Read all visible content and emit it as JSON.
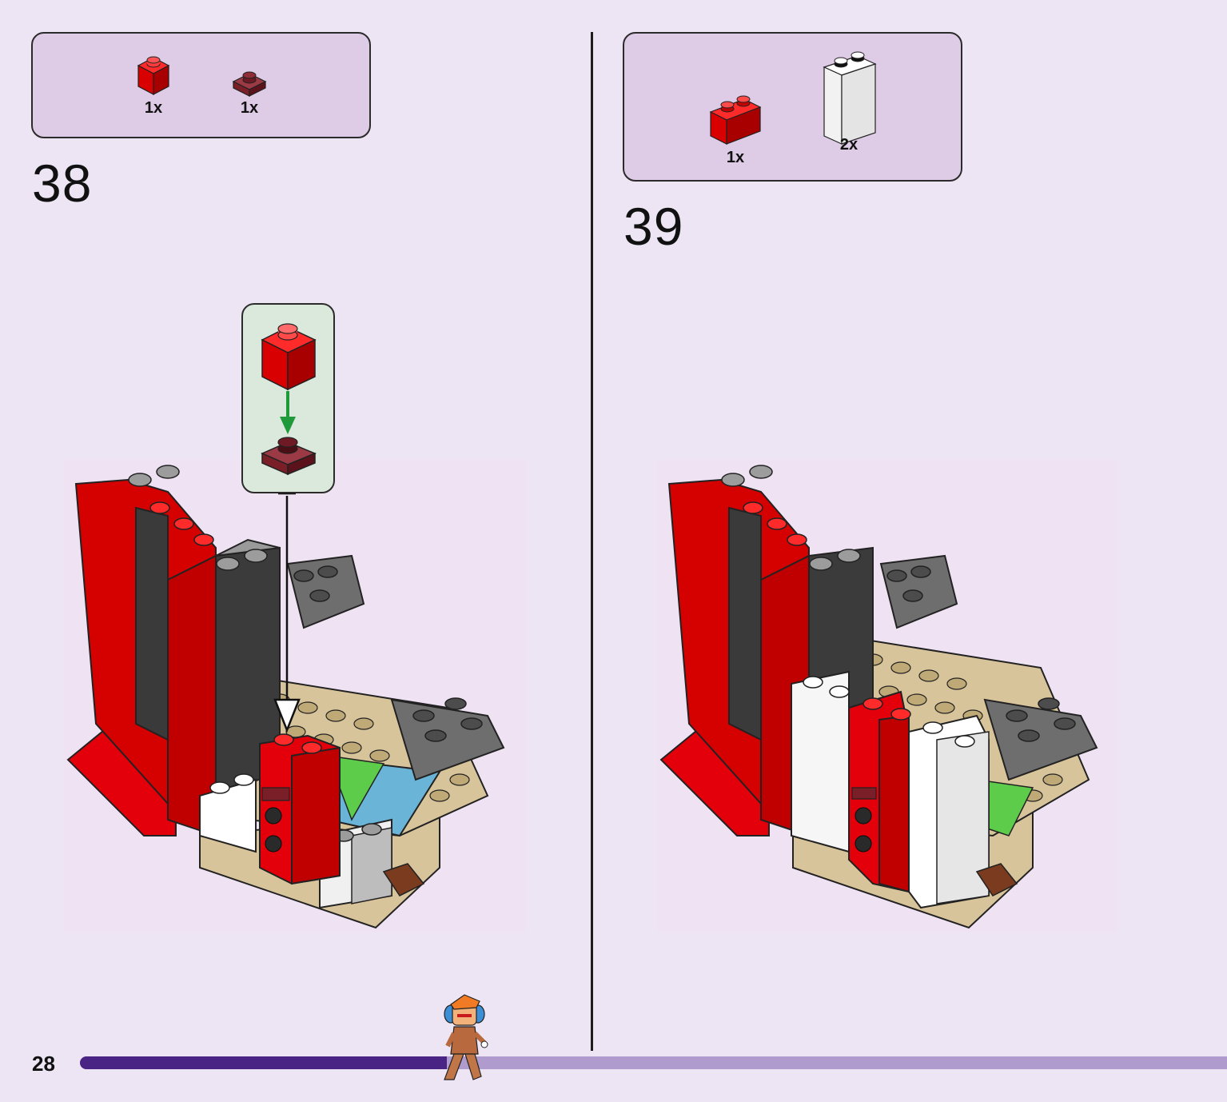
{
  "page": {
    "number": "28"
  },
  "progress": {
    "fraction": 0.32
  },
  "step38": {
    "number": "38",
    "parts": [
      {
        "qty": "1x",
        "icon": "red-1x1-brick-icon",
        "color": "#e3000b"
      },
      {
        "qty": "1x",
        "icon": "dark-red-1x1-round-plate-icon",
        "color": "#7a1e28"
      }
    ]
  },
  "step39": {
    "number": "39",
    "parts": [
      {
        "qty": "1x",
        "icon": "red-1x2-brick-icon",
        "color": "#e3000b"
      },
      {
        "qty": "2x",
        "icon": "white-1x2x3-brick-icon",
        "color": "#ffffff"
      }
    ]
  },
  "colors": {
    "background": "#ede5f3",
    "parts_box": "#decbe5",
    "callout": "#dbe8dc",
    "progress_fill": "#4a2484",
    "progress_track": "#b09bce",
    "arrow_green": "#1f9a3a"
  }
}
